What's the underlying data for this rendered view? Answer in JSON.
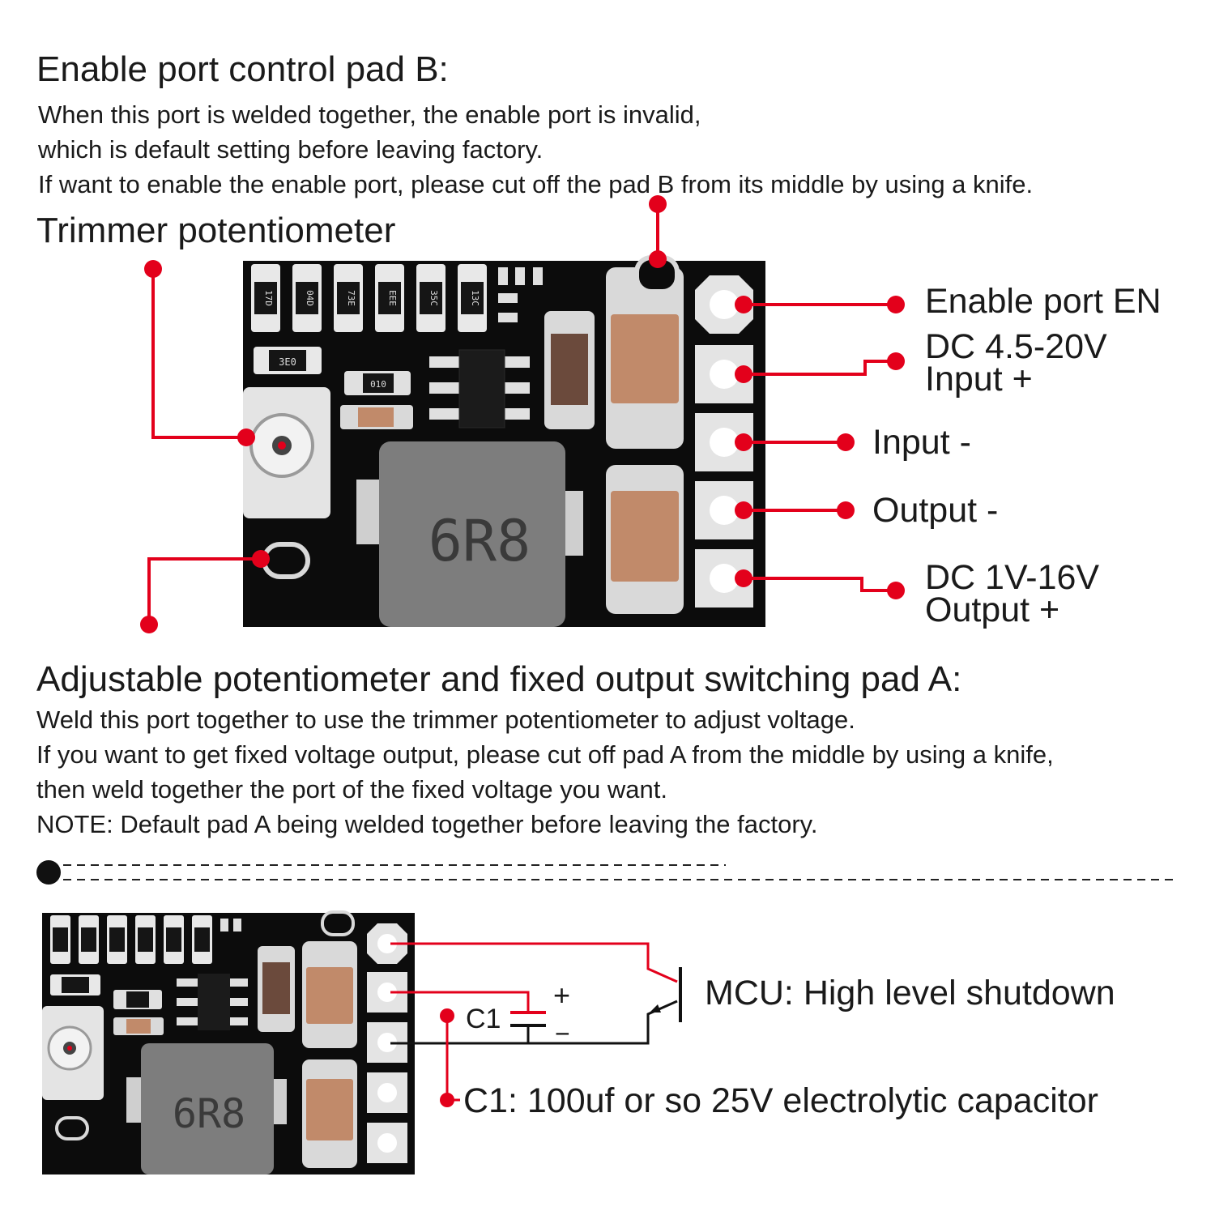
{
  "colors": {
    "accent": "#e3001b",
    "board": "#0c0c0c",
    "pad": "#d9d9d9",
    "cap": "#c18a6a",
    "inductor": "#7d7d7d"
  },
  "sections": {
    "pad_b": {
      "title": "Enable port control pad B:",
      "lines": [
        "When this port is welded together, the enable port is invalid,",
        "which is default setting before leaving factory.",
        "If want to enable the enable port, please cut off the pad B from its middle by using a knife."
      ]
    },
    "trimmer": {
      "title": "Trimmer potentiometer"
    },
    "pad_a": {
      "title": "Adjustable potentiometer and fixed output switching pad A:",
      "lines": [
        "Weld this port together to use the trimmer potentiometer to adjust voltage.",
        "If you want to get fixed voltage output, please cut off pad A from the middle by using a knife,",
        "then weld together the port of the fixed voltage you want.",
        "NOTE: Default pad A being welded together before leaving the factory."
      ]
    }
  },
  "pins": [
    {
      "lines": [
        "Enable port EN"
      ]
    },
    {
      "lines": [
        "DC 4.5-20V",
        "Input +"
      ]
    },
    {
      "lines": [
        "Input -"
      ]
    },
    {
      "lines": [
        "Output -"
      ]
    },
    {
      "lines": [
        "DC 1V-16V",
        "Output +"
      ]
    }
  ],
  "board": {
    "inductor": "6R8",
    "resistors": [
      "17D",
      "04D",
      "73E",
      "EEE",
      "35C",
      "13C"
    ],
    "resistor_side": "3E0",
    "diode": "010"
  },
  "wiring": {
    "mcu_label": "MCU: High level shutdown",
    "cap_label": "C1",
    "cap_note": "C1: 100uf or so 25V electrolytic capacitor",
    "plus": "+",
    "minus": "−"
  }
}
